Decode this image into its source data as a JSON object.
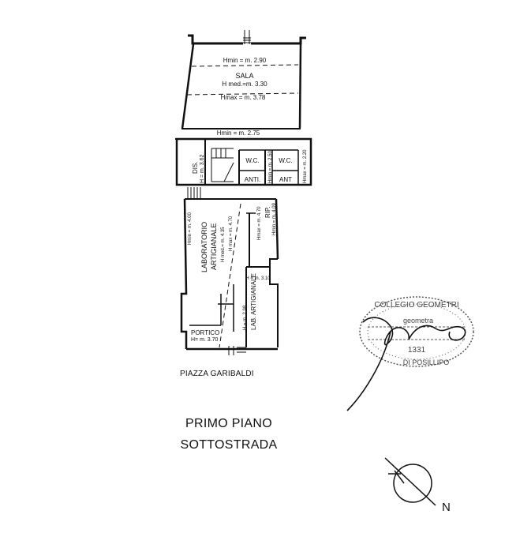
{
  "rooms": {
    "sala": {
      "name": "SALA",
      "hmed": "H med.=m. 3.30",
      "hmin": "Hmin = m. 2.90",
      "hmax": "Hmax = m. 3.78"
    },
    "hmin_lower": "Hmin = m. 2.75",
    "dis": {
      "name": "DIS.",
      "height": "H = m. 3.62"
    },
    "wc1": "W.C.",
    "wc2": "W.C.",
    "anti1": "ANTI.",
    "anti2": "ANT",
    "hmax_right": "Hmax = m. 2.20",
    "hmin_wc2": "Hmin = m. 2.50",
    "laboratorio": {
      "line1": "LABORATORIO",
      "line2": "ARTIGIANALE",
      "hmin": "Hmin = m. 4.00",
      "hmax": "H max = m. 4.70",
      "hmed": "H med.= m. 4.35"
    },
    "rip": {
      "name": "RIP.",
      "hmin": "Hmin = m. 4.09",
      "hmax": "Hmax = m. 4.70"
    },
    "lab2": {
      "name": "LAB. ARTIGIANALE",
      "height": "H = m. 2.98",
      "aux": "H = m. 3.10"
    },
    "portico": {
      "name": "PORTICO",
      "height": "H= m. 3.70"
    }
  },
  "street": "PIAZZA GARIBALDI",
  "caption": {
    "line1": "PRIMO PIANO",
    "line2": "SOTTOSTRADA"
  },
  "north": "N",
  "stamp": {
    "top": "COLLEGIO GEOMETRI",
    "middle": "geometra",
    "number": "1331",
    "bottom": "DI POSILLIPO"
  }
}
